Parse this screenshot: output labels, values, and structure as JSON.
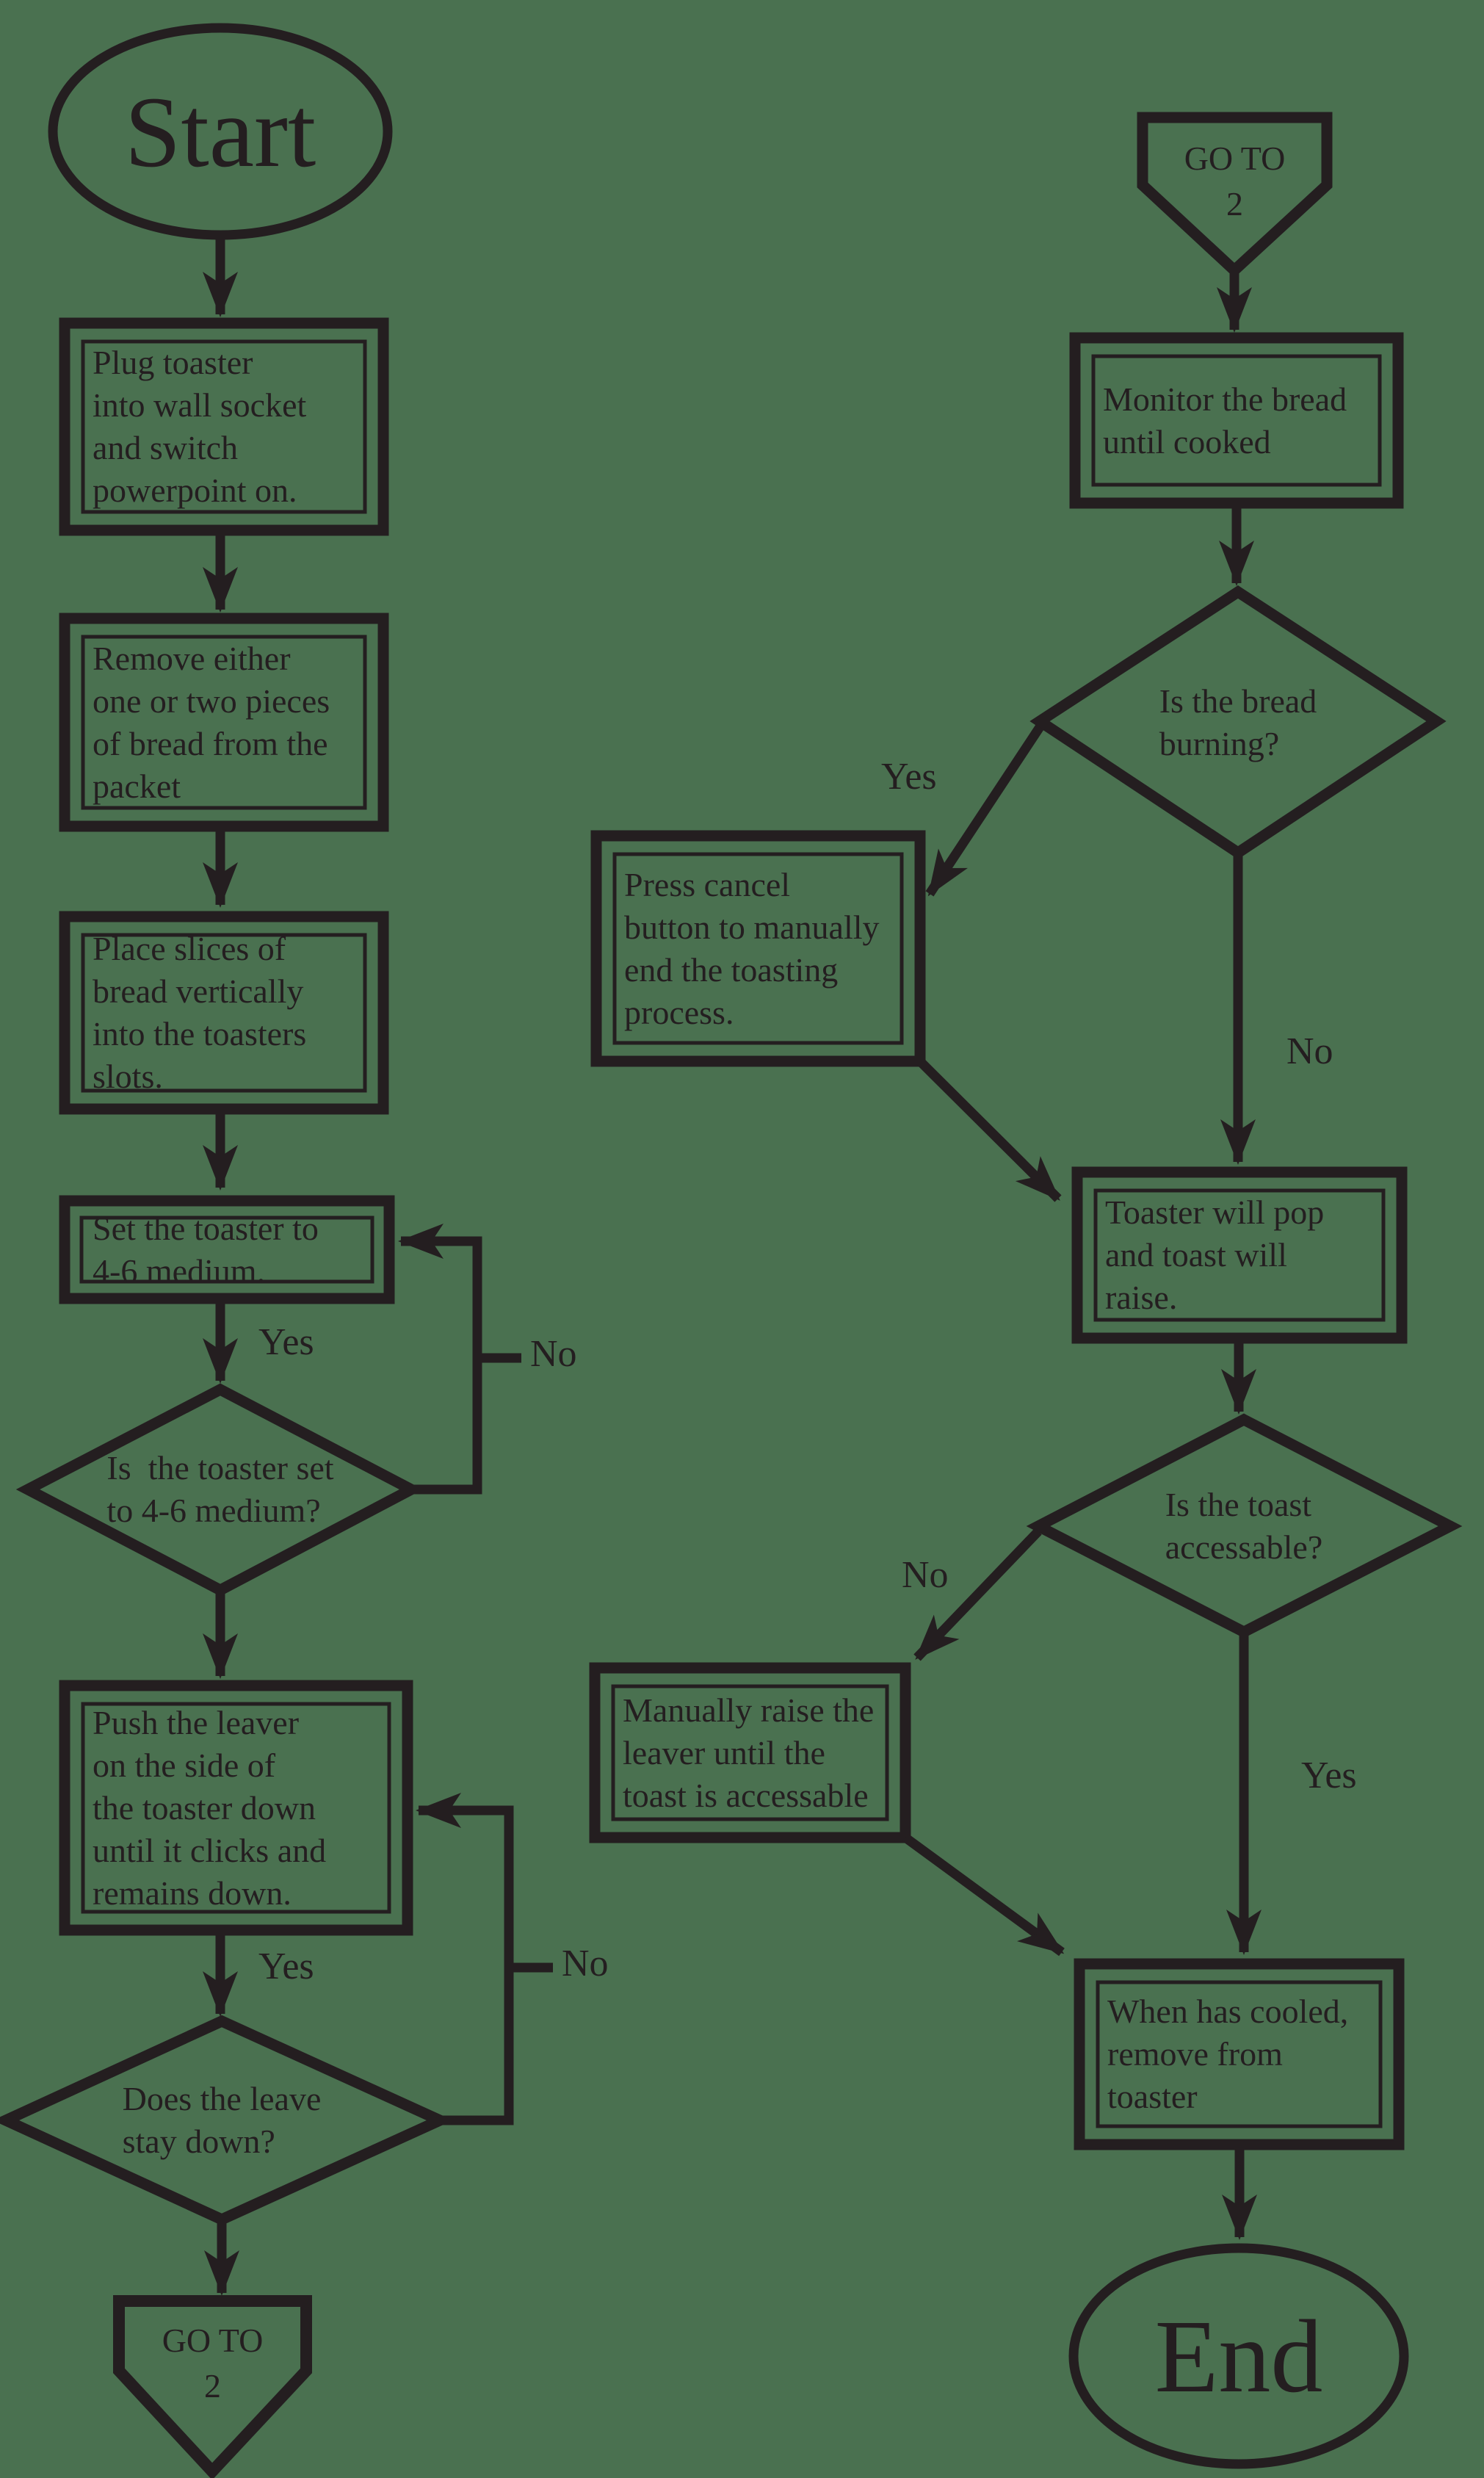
{
  "canvas": {
    "background": "#4a7150",
    "ink": "#241e20"
  },
  "nodes": {
    "start": {
      "type": "terminator",
      "label": "Start"
    },
    "plug": {
      "type": "process",
      "label": "Plug toaster\ninto wall socket\nand switch\npowerpoint on."
    },
    "remove": {
      "type": "process",
      "label": "Remove either\none or two pieces\nof bread from the\npacket"
    },
    "place": {
      "type": "process",
      "label": "Place slices of\nbread vertically\ninto the toasters\nslots."
    },
    "set_toaster": {
      "type": "process",
      "label": "Set the toaster to\n4-6 medium."
    },
    "check_set": {
      "type": "decision",
      "label": "Is  the toaster set\nto 4-6 medium?"
    },
    "push_lever": {
      "type": "process",
      "label": "Push the leaver\non the side of\nthe toaster down\nuntil it clicks and\nremains down."
    },
    "check_lever": {
      "type": "decision",
      "label": "Does the leave\nstay down?"
    },
    "goto2_left": {
      "type": "connector",
      "label": "GO TO\n2"
    },
    "goto2_right": {
      "type": "connector",
      "label": "GO TO\n2"
    },
    "monitor": {
      "type": "process",
      "label": "Monitor the bread\nuntil cooked"
    },
    "check_burn": {
      "type": "decision",
      "label": "Is the bread\nburning?"
    },
    "press_cancel": {
      "type": "process",
      "label": "Press cancel\nbutton to manually\nend the toasting\nprocess."
    },
    "toaster_pop": {
      "type": "process",
      "label": "Toaster will pop\nand toast will\nraise."
    },
    "check_access": {
      "type": "decision",
      "label": "Is the toast\naccessable?"
    },
    "raise_lever": {
      "type": "process",
      "label": "Manually raise the\nleaver until the\ntoast is accessable"
    },
    "remove_toast": {
      "type": "process",
      "label": "When has cooled,\nremove from\ntoaster"
    },
    "end": {
      "type": "terminator",
      "label": "End"
    }
  },
  "edge_labels": {
    "set_yes": "Yes",
    "set_no": "No",
    "lever_yes": "Yes",
    "lever_no": "No",
    "burn_yes": "Yes",
    "burn_no": "No",
    "access_no": "No",
    "access_yes": "Yes"
  }
}
